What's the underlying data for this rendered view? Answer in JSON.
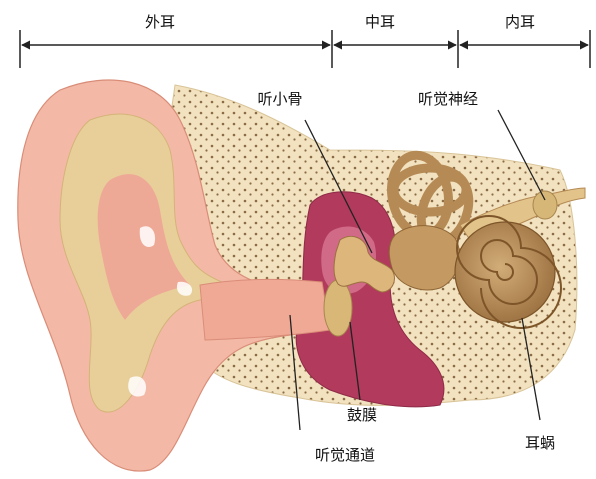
{
  "sections": {
    "outer": "外耳",
    "middle": "中耳",
    "inner": "内耳"
  },
  "labels": {
    "ossicles": "听小骨",
    "auditory_nerve": "听觉神经",
    "eardrum": "鼓膜",
    "ear_canal": "听觉通道",
    "cochlea": "耳蜗"
  },
  "colors": {
    "skin": "#f3b9a6",
    "skin_dark": "#e59a86",
    "cartilage": "#e8cf9a",
    "bone": "#f2e2bf",
    "tissue": "#b23a5c",
    "cochlea": "#b58a55",
    "line": "#222222"
  }
}
